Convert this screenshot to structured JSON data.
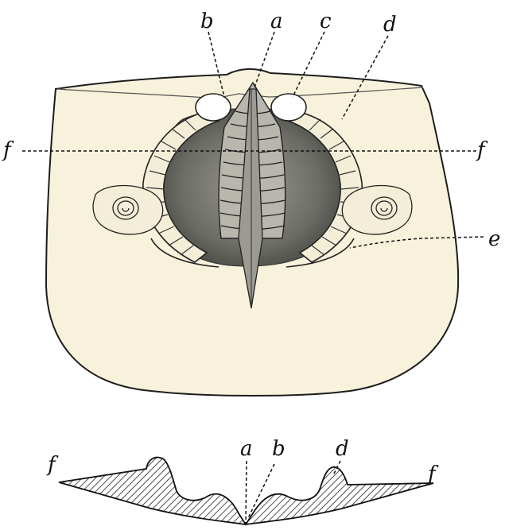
{
  "colors": {
    "paper": "#f8f2dc",
    "ink": "#1d1d1d",
    "shade": "#7a7a72"
  },
  "top_view": {
    "labels": {
      "a": "a",
      "b": "b",
      "c": "c",
      "d": "d",
      "e": "e",
      "f_left": "f",
      "f_right": "f"
    }
  },
  "cross_section": {
    "labels": {
      "f_left": "f",
      "a": "a",
      "b": "b",
      "d": "d",
      "f_right": "f"
    }
  }
}
